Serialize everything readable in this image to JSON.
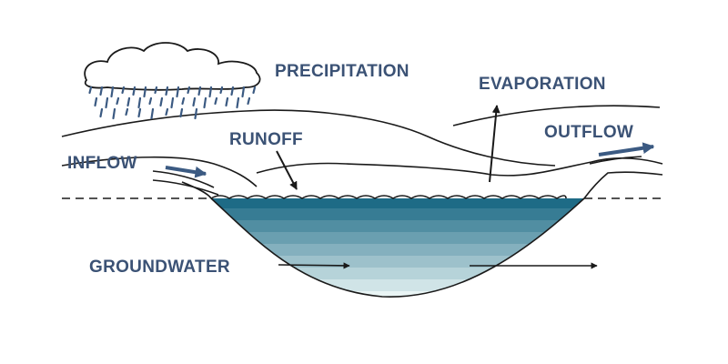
{
  "labels": {
    "precipitation": "PRECIPITATION",
    "evaporation": "EVAPORATION",
    "runoff": "RUNOFF",
    "outflow": "OUTFLOW",
    "inflow": "INFLOW",
    "groundwater": "GROUNDWATER"
  },
  "colors": {
    "label": "#3b5275",
    "flow_arrow": "#3b5a82",
    "line": "#1a1a1a",
    "water_top": "#1e6b86",
    "water_bottom": "#e9f5f5"
  }
}
